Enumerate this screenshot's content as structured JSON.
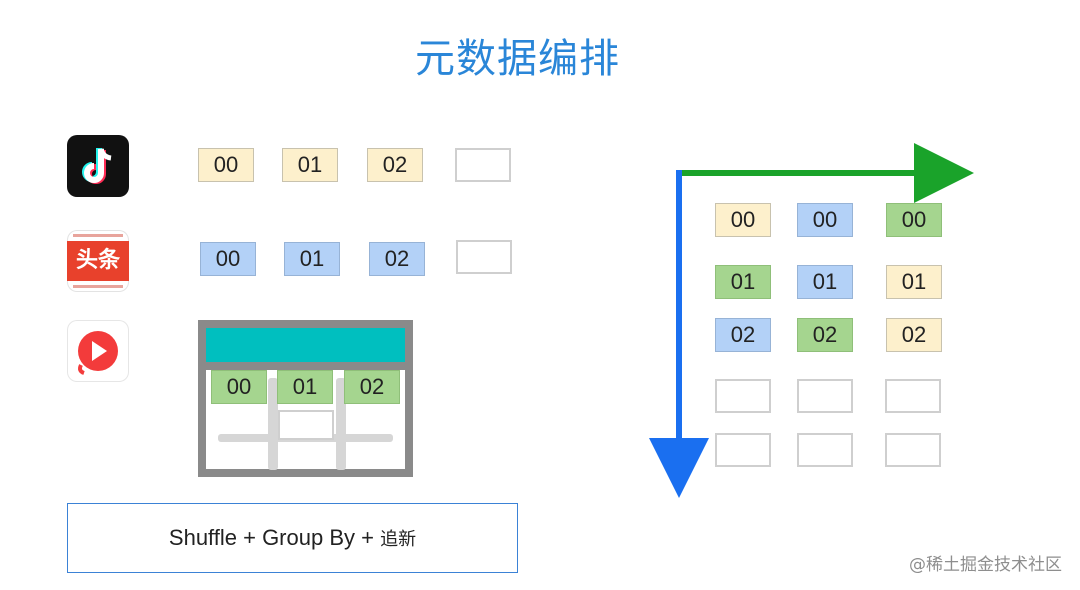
{
  "title": "元数据编排",
  "apps": [
    {
      "name": "douyin-icon"
    },
    {
      "name": "toutiao-icon",
      "label": "头条"
    },
    {
      "name": "xigua-icon"
    }
  ],
  "rows": {
    "douyin": [
      "00",
      "01",
      "02",
      ""
    ],
    "toutiao": [
      "00",
      "01",
      "02",
      ""
    ],
    "xigua": [
      "00",
      "01",
      "02"
    ]
  },
  "grid": [
    [
      "00",
      "00",
      "00"
    ],
    [
      "01",
      "01",
      "01"
    ],
    [
      "02",
      "02",
      "02"
    ],
    [
      "",
      "",
      ""
    ],
    [
      "",
      "",
      ""
    ]
  ],
  "formula": {
    "text": "Shuffle + Group By + ",
    "suffix": "追新"
  },
  "watermark": "@稀土掘金技术社区",
  "colors": {
    "yellow": "#fdf0cc",
    "blue": "#b3d1f7",
    "green": "#a5d58f",
    "axis_x": "#1aa32a",
    "axis_y": "#1a6ff0",
    "title": "#2a86d8"
  }
}
